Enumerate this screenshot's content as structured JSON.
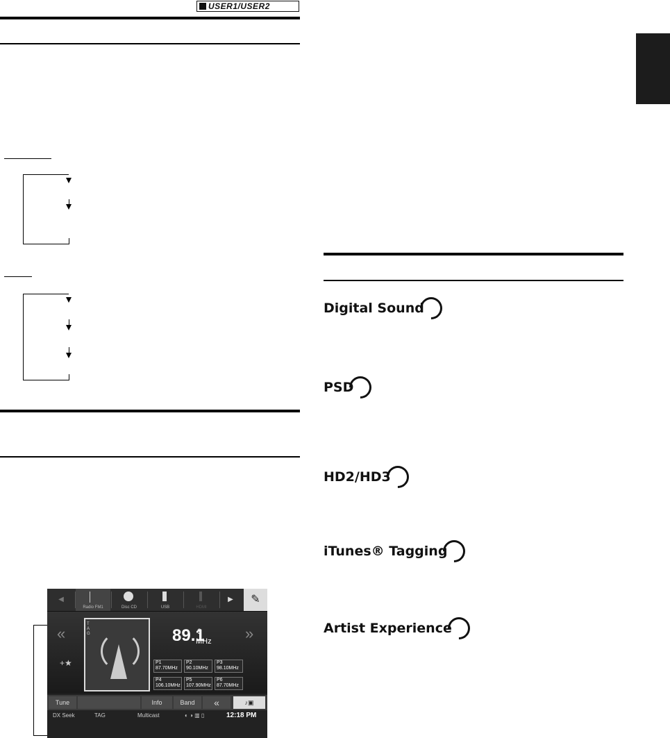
{
  "header": {
    "badge_text": "USER1/USER2"
  },
  "features": [
    {
      "name": "Digital Sound"
    },
    {
      "name": "PSD"
    },
    {
      "name": "HD2/HD3"
    },
    {
      "name": "iTunes® Tagging"
    },
    {
      "name": "Artist Experience"
    }
  ],
  "device": {
    "sources": [
      "Radio FM1",
      "Disc CD",
      "USB",
      "HDMI"
    ],
    "frequency": "89.1",
    "freq_superscript": "0",
    "freq_unit": "MHz",
    "tag_label": "TAG",
    "presets": [
      {
        "label": "P1",
        "value": "87.70MHz"
      },
      {
        "label": "P2",
        "value": "90.10MHz"
      },
      {
        "label": "P3",
        "value": "98.10MHz"
      },
      {
        "label": "P4",
        "value": "106.10MHz"
      },
      {
        "label": "P5",
        "value": "107.90MHz"
      },
      {
        "label": "P6",
        "value": "87.70MHz"
      }
    ],
    "buttons": {
      "tune": "Tune",
      "info": "Info",
      "band": "Band",
      "rewind": "«"
    },
    "status": {
      "seek": "DX Seek",
      "tag": "TAG",
      "multicast": "Multicast",
      "time": "12:18 PM"
    }
  },
  "colors": {
    "side_tab": "#1c1c1c",
    "screen_bg": "#222222"
  }
}
